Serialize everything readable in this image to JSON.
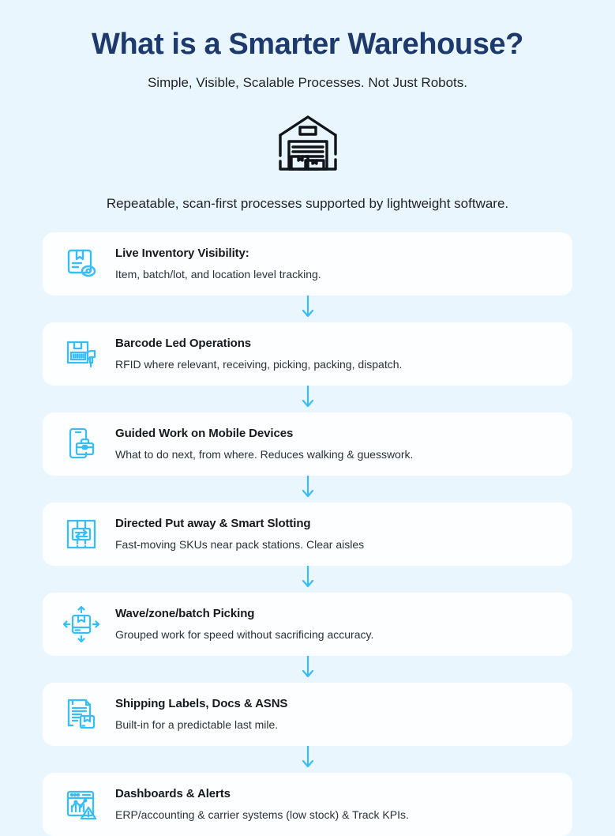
{
  "header": {
    "title": "What is a Smarter Warehouse?",
    "subtitle": "Simple, Visible, Scalable Processes. Not Just Robots."
  },
  "hero": {
    "icon": "warehouse-building-icon",
    "caption": "Repeatable, scan-first processes supported by lightweight software."
  },
  "colors": {
    "background": "#eaf6fd",
    "card_background": "#fdfeff",
    "title_navy": "#1e3a6d",
    "icon_cyan": "#38bdf8",
    "arrow_cyan": "#38bdf8",
    "body_text": "#1f2328",
    "hero_icon_dark": "#111418"
  },
  "connector": {
    "icon": "arrow-down-icon",
    "glyph": "↓"
  },
  "steps": [
    {
      "icon": "package-visibility-icon",
      "title": "Live Inventory Visibility:",
      "desc": "Item, batch/lot, and location level tracking."
    },
    {
      "icon": "barcode-scanner-icon",
      "title": "Barcode Led Operations",
      "desc": "RFID where relevant, receiving, picking, packing, dispatch."
    },
    {
      "icon": "mobile-device-briefcase-icon",
      "title": "Guided Work on Mobile Devices",
      "desc": "What to do next, from where. Reduces walking & guesswork."
    },
    {
      "icon": "directed-putaway-exchange-icon",
      "title": "Directed Put away & Smart Slotting",
      "desc": "Fast-moving SKUs near pack stations. Clear aisles"
    },
    {
      "icon": "package-four-arrows-icon",
      "title": "Wave/zone/batch Picking",
      "desc": "Grouped work for speed without sacrificing accuracy."
    },
    {
      "icon": "shipping-documents-icon",
      "title": "Shipping Labels, Docs & ASNS",
      "desc": "Built-in for a predictable last mile."
    },
    {
      "icon": "dashboard-alerts-icon",
      "title": "Dashboards & Alerts",
      "desc": "ERP/accounting & carrier systems (low stock) & Track KPIs."
    }
  ]
}
